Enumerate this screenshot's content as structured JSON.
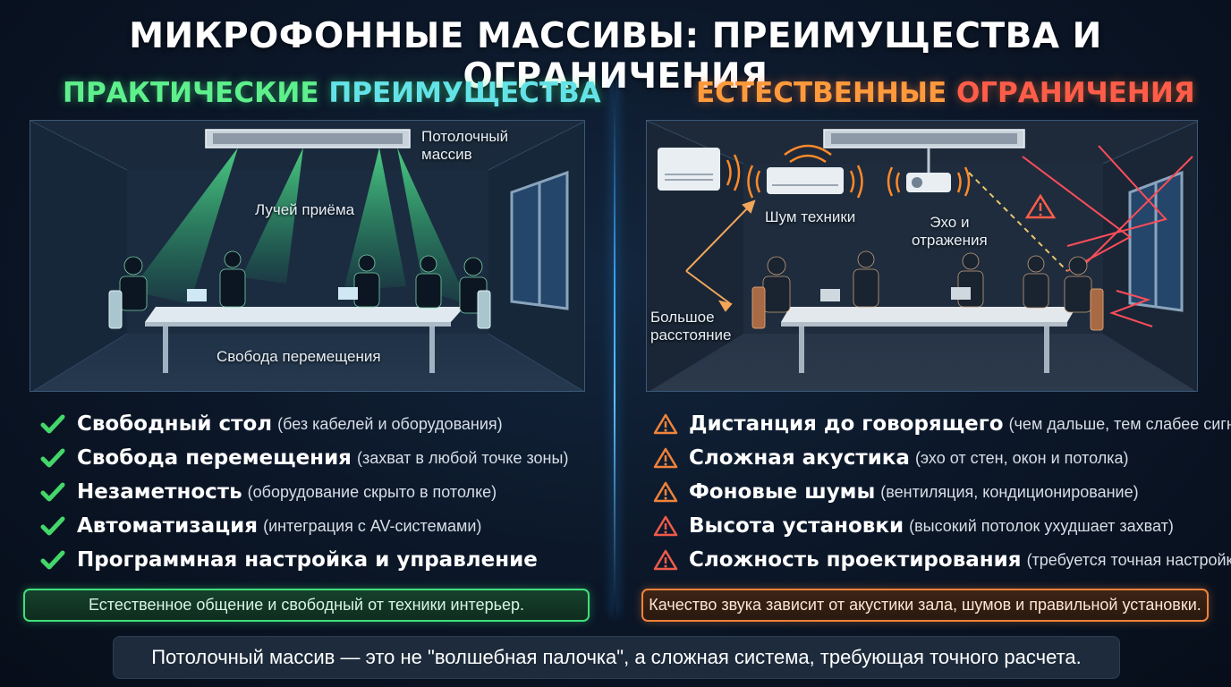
{
  "title": "МИКРОФОННЫЕ МАССИВЫ: ПРЕИМУЩЕСТВА И ОГРАНИЧЕНИЯ",
  "left": {
    "heading_1": "ПРАКТИЧЕСКИЕ",
    "heading_2": "ПРЕИМУЩЕСТВА",
    "heading_color": "#5ef08c",
    "scene_labels": {
      "ceiling_array": "Потолочный\nмассив",
      "beams": "Лучей приёма",
      "movement": "Свобода перемещения"
    },
    "items": [
      {
        "bold": "Свободный стол",
        "note": "(без кабелей и оборудования)"
      },
      {
        "bold": "Свобода перемещения",
        "note": "(захват в любой точке зоны)"
      },
      {
        "bold": "Незаметность",
        "note": "(оборудование скрыто в потолке)"
      },
      {
        "bold": "Автоматизация",
        "note": "(интеграция с AV-системами)"
      },
      {
        "bold": "Программная настройка и управление",
        "note": ""
      }
    ],
    "item_icon": "check-icon",
    "banner": "Естественное общение и свободный от техники интерьер."
  },
  "right": {
    "heading_1": "ЕСТЕСТВЕННЫЕ",
    "heading_2": "ОГРАНИЧЕНИЯ",
    "heading_color": "#ff9a3c",
    "scene_labels": {
      "noise": "Шум техники",
      "echo": "Эхо и\nотражения",
      "distance": "Большое\nрасстояние"
    },
    "items": [
      {
        "bold": "Дистанция до говорящего",
        "note": "(чем дальше, тем слабее сигнал)"
      },
      {
        "bold": "Сложная акустика",
        "note": "(эхо от стен, окон и потолка)"
      },
      {
        "bold": "Фоновые шумы",
        "note": "(вентиляция, кондиционирование)"
      },
      {
        "bold": "Высота установки",
        "note": "(высокий потолок ухудшает захват)"
      },
      {
        "bold": "Сложность проектирования",
        "note": "(требуется точная настройка)"
      }
    ],
    "item_icon": "warning-icon",
    "banner": "Качество звука зависит от акустики зала, шумов и правильной установки."
  },
  "footer": "Потолочный массив — это не \"волшебная палочка\", а сложная система, требующая точного расчета."
}
